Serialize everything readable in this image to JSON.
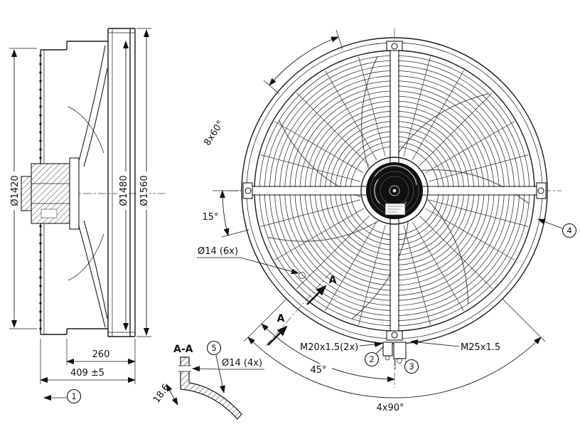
{
  "side_view": {
    "dims": {
      "d1420": "Ø1420",
      "d1480": "Ø1480",
      "d1560": "Ø1560",
      "depth": "260",
      "total_depth": "409 ±5"
    },
    "callout_airflow": "1"
  },
  "front_view": {
    "dims": {
      "spokes": "8x60°",
      "a15": "15°",
      "holes6": "Ø14 (6x)",
      "m20": "M20x1.5(2x)",
      "m25": "M25x1.5",
      "a45": "45°",
      "a90": "4x90°"
    },
    "section_label": "A",
    "callouts": {
      "c2": "2",
      "c3": "3",
      "c4": "4"
    }
  },
  "detail_view": {
    "title": "A-A",
    "callout": "5",
    "dims": {
      "holes4": "Ø14 (4x)",
      "depth": "18.6"
    }
  }
}
